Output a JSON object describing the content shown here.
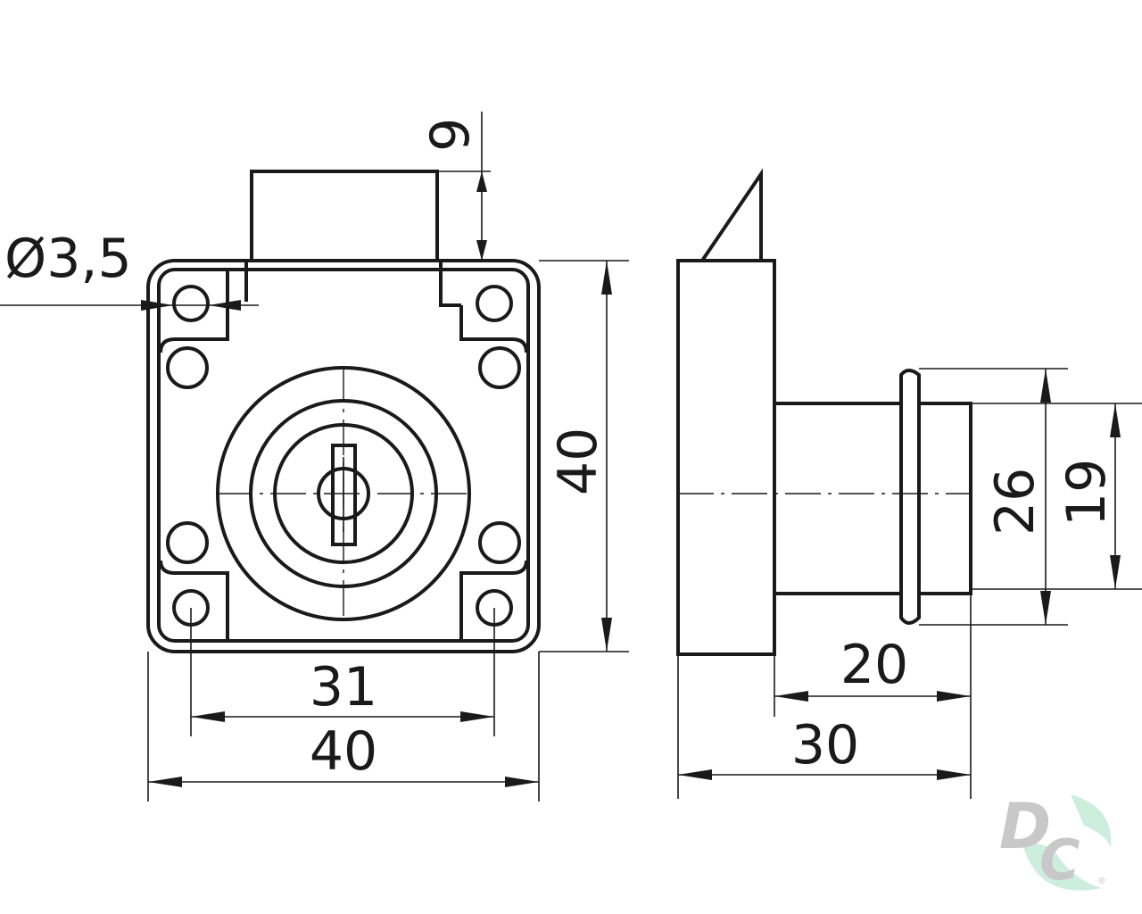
{
  "dimensions": {
    "tab_height": "9",
    "hole_diameter": "Ø3,5",
    "body_height": "40",
    "hole_spacing": "31",
    "body_width": "40",
    "flange_diameter": "26",
    "cylinder_diameter": "19",
    "cylinder_length": "20",
    "total_depth": "30"
  },
  "logo": {
    "text": "DC",
    "registered": "®",
    "colors": [
      "#c8c8c8",
      "#cdeedd"
    ]
  }
}
